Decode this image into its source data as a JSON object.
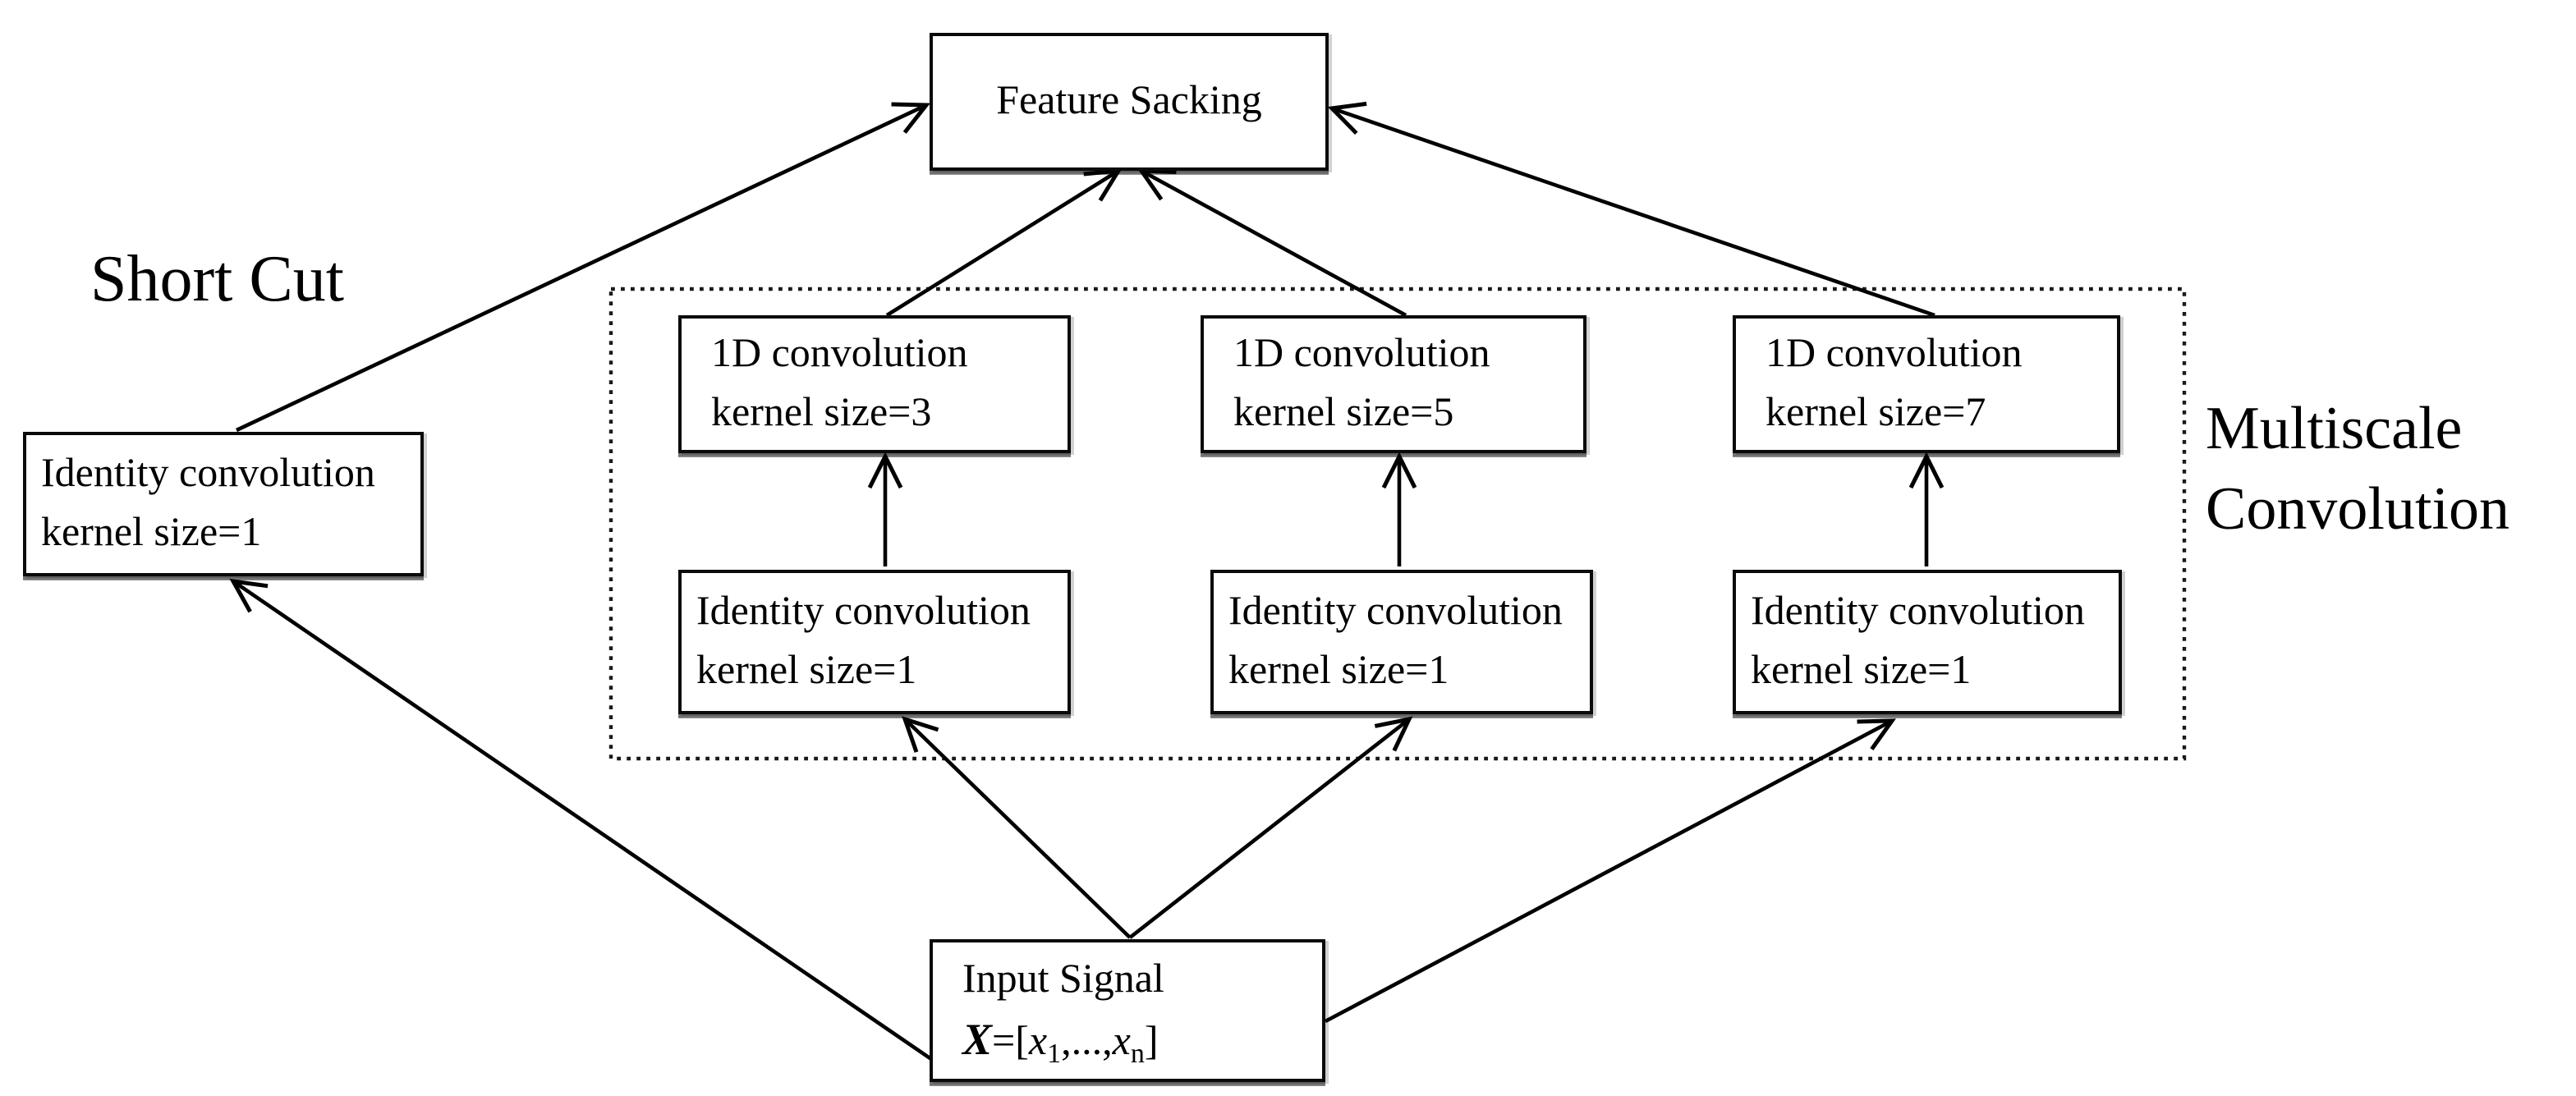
{
  "diagram": {
    "title_hint": "Multiscale convolution block with shortcut connection",
    "colors": {
      "ink": "#000000",
      "background": "#ffffff"
    },
    "boxes": {
      "feature_stacking": {
        "label": "Feature Sacking"
      },
      "shortcut_identity": {
        "line1": "Identity convolution",
        "line2": "kernel size=1"
      },
      "conv_k3": {
        "line1": "1D convolution",
        "line2": "kernel size=3"
      },
      "conv_k5": {
        "line1": "1D convolution",
        "line2": "kernel size=5"
      },
      "conv_k7": {
        "line1": "1D convolution",
        "line2": "kernel size=7"
      },
      "identity_left": {
        "line1": "Identity convolution",
        "line2": "kernel size=1"
      },
      "identity_mid": {
        "line1": "Identity convolution",
        "line2": "kernel size=1"
      },
      "identity_right": {
        "line1": "Identity convolution",
        "line2": "kernel size=1"
      },
      "input_signal": {
        "line1": "Input Signal",
        "formula": {
          "x_bold": "X",
          "eq_bracket": "=[",
          "x1": "x",
          "sub1": "1",
          "dots": ",...,",
          "xn": "x",
          "subn": "n",
          "close_bracket": "]"
        }
      }
    },
    "labels": {
      "short_cut": "Short Cut",
      "multiscale_line1": "Multiscale",
      "multiscale_line2": "Convolution"
    }
  }
}
